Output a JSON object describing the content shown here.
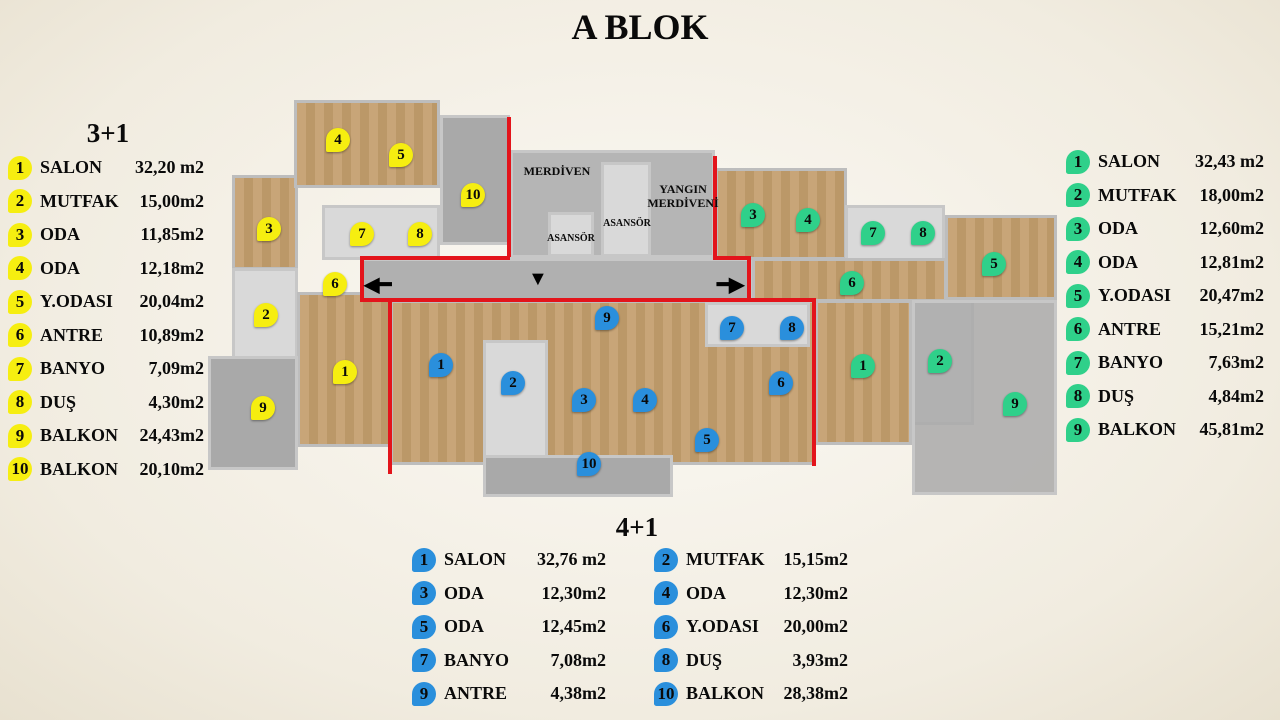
{
  "title": "A BLOK",
  "colors": {
    "unit_3_1": "#f6ee10",
    "unit_4_1": "#2a8fdc",
    "unit_other": "#2fd08a",
    "outline": "#e3141b"
  },
  "plan_labels": {
    "stairs": "MERDİVEN",
    "elevator_small": "ASANSÖR",
    "elevator_large": "ASANSÖR",
    "fire_stairs_1": "YANGIN",
    "fire_stairs_2": "MERDİVENİ"
  },
  "left": {
    "heading": "3+1",
    "items": [
      {
        "num": "1",
        "name": "SALON",
        "area": "32,20 m2"
      },
      {
        "num": "2",
        "name": "MUTFAK",
        "area": "15,00m2"
      },
      {
        "num": "3",
        "name": "ODA",
        "area": "11,85m2"
      },
      {
        "num": "4",
        "name": "ODA",
        "area": "12,18m2"
      },
      {
        "num": "5",
        "name": "Y.ODASI",
        "area": "20,04m2"
      },
      {
        "num": "6",
        "name": "ANTRE",
        "area": "10,89m2"
      },
      {
        "num": "7",
        "name": "BANYO",
        "area": "7,09m2"
      },
      {
        "num": "8",
        "name": "DUŞ",
        "area": "4,30m2"
      },
      {
        "num": "9",
        "name": "BALKON",
        "area": "24,43m2"
      },
      {
        "num": "10",
        "name": "BALKON",
        "area": "20,10m2"
      }
    ]
  },
  "right": {
    "items": [
      {
        "num": "1",
        "name": "SALON",
        "area": "32,43 m2"
      },
      {
        "num": "2",
        "name": "MUTFAK",
        "area": "18,00m2"
      },
      {
        "num": "3",
        "name": "ODA",
        "area": "12,60m2"
      },
      {
        "num": "4",
        "name": "ODA",
        "area": "12,81m2"
      },
      {
        "num": "5",
        "name": "Y.ODASI",
        "area": "20,47m2"
      },
      {
        "num": "6",
        "name": "ANTRE",
        "area": "15,21m2"
      },
      {
        "num": "7",
        "name": "BANYO",
        "area": "7,63m2"
      },
      {
        "num": "8",
        "name": "DUŞ",
        "area": "4,84m2"
      },
      {
        "num": "9",
        "name": "BALKON",
        "area": "45,81m2"
      }
    ]
  },
  "bottom": {
    "heading": "4+1",
    "items": [
      {
        "num": "1",
        "name": "SALON",
        "area": "32,76 m2"
      },
      {
        "num": "2",
        "name": "MUTFAK",
        "area": "15,15m2"
      },
      {
        "num": "3",
        "name": "ODA",
        "area": "12,30m2"
      },
      {
        "num": "4",
        "name": "ODA",
        "area": "12,30m2"
      },
      {
        "num": "5",
        "name": "ODA",
        "area": "12,45m2"
      },
      {
        "num": "6",
        "name": "Y.ODASI",
        "area": "20,00m2"
      },
      {
        "num": "7",
        "name": "BANYO",
        "area": "7,08m2"
      },
      {
        "num": "8",
        "name": "DUŞ",
        "area": "3,93m2"
      },
      {
        "num": "9",
        "name": "ANTRE",
        "area": "4,38m2"
      },
      {
        "num": "10",
        "name": "BALKON",
        "area": "28,38m2"
      }
    ]
  }
}
